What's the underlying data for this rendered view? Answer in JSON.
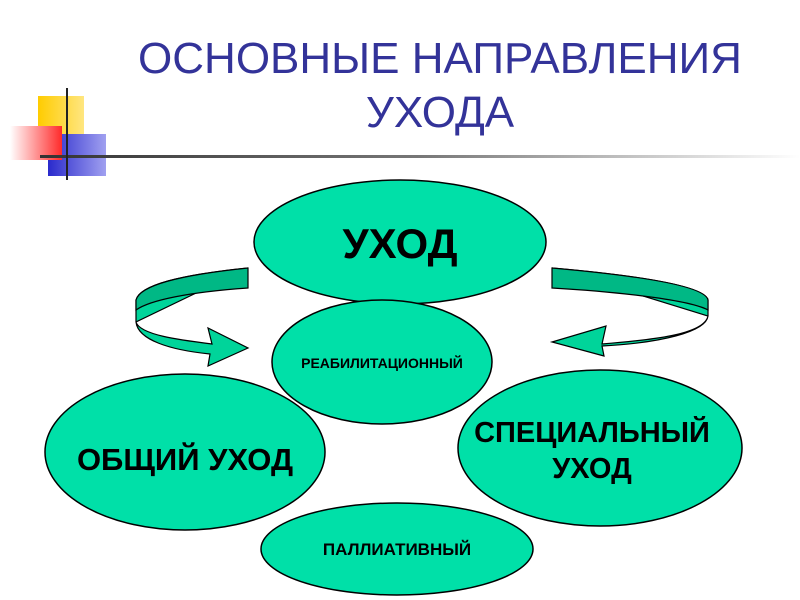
{
  "slide": {
    "title_line1": "ОСНОВНЫЕ НАПРАВЛЕНИЯ",
    "title_line2": "УХОДА"
  },
  "diagram": {
    "center": "УХОД",
    "rehab": "РЕАБИЛИТАЦИОННЫЙ",
    "general": "ОБЩИЙ УХОД",
    "special_line1": "СПЕЦИАЛЬНЫЙ",
    "special_line2": "УХОД",
    "palliative": "ПАЛЛИАТИВНЫЙ"
  },
  "colors": {
    "title": "#333399",
    "node_fill": "#00E0A8",
    "arrow_fill": "#00D49A",
    "outline": "#000000",
    "accent_yellow": "#FFCC00",
    "accent_blue": "#3333CC",
    "accent_red": "#FF3333"
  }
}
